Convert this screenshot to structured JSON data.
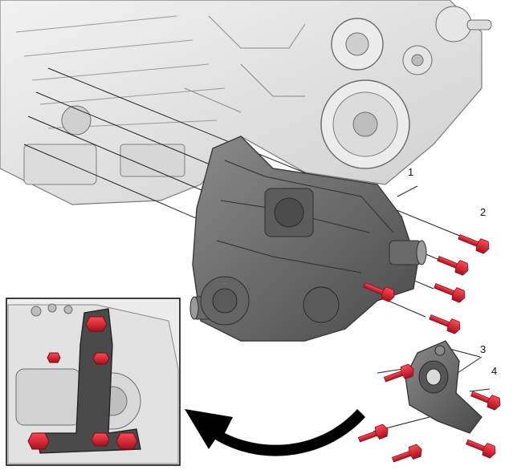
{
  "callouts": [
    {
      "id": "1",
      "label": "1"
    },
    {
      "id": "2",
      "label": "2"
    },
    {
      "id": "3",
      "label": "3"
    },
    {
      "id": "4",
      "label": "4"
    }
  ],
  "colors": {
    "bolt": "#d11a2a",
    "bolt_dark": "#8a0d17",
    "engine": "#e6e6e6",
    "engine_line": "#7a7a7a",
    "case": "#6e6e6e",
    "case_dark": "#3e3e3e",
    "arrow": "#000000"
  },
  "icons": [
    "bolt-icon",
    "curved-arrow-icon"
  ]
}
